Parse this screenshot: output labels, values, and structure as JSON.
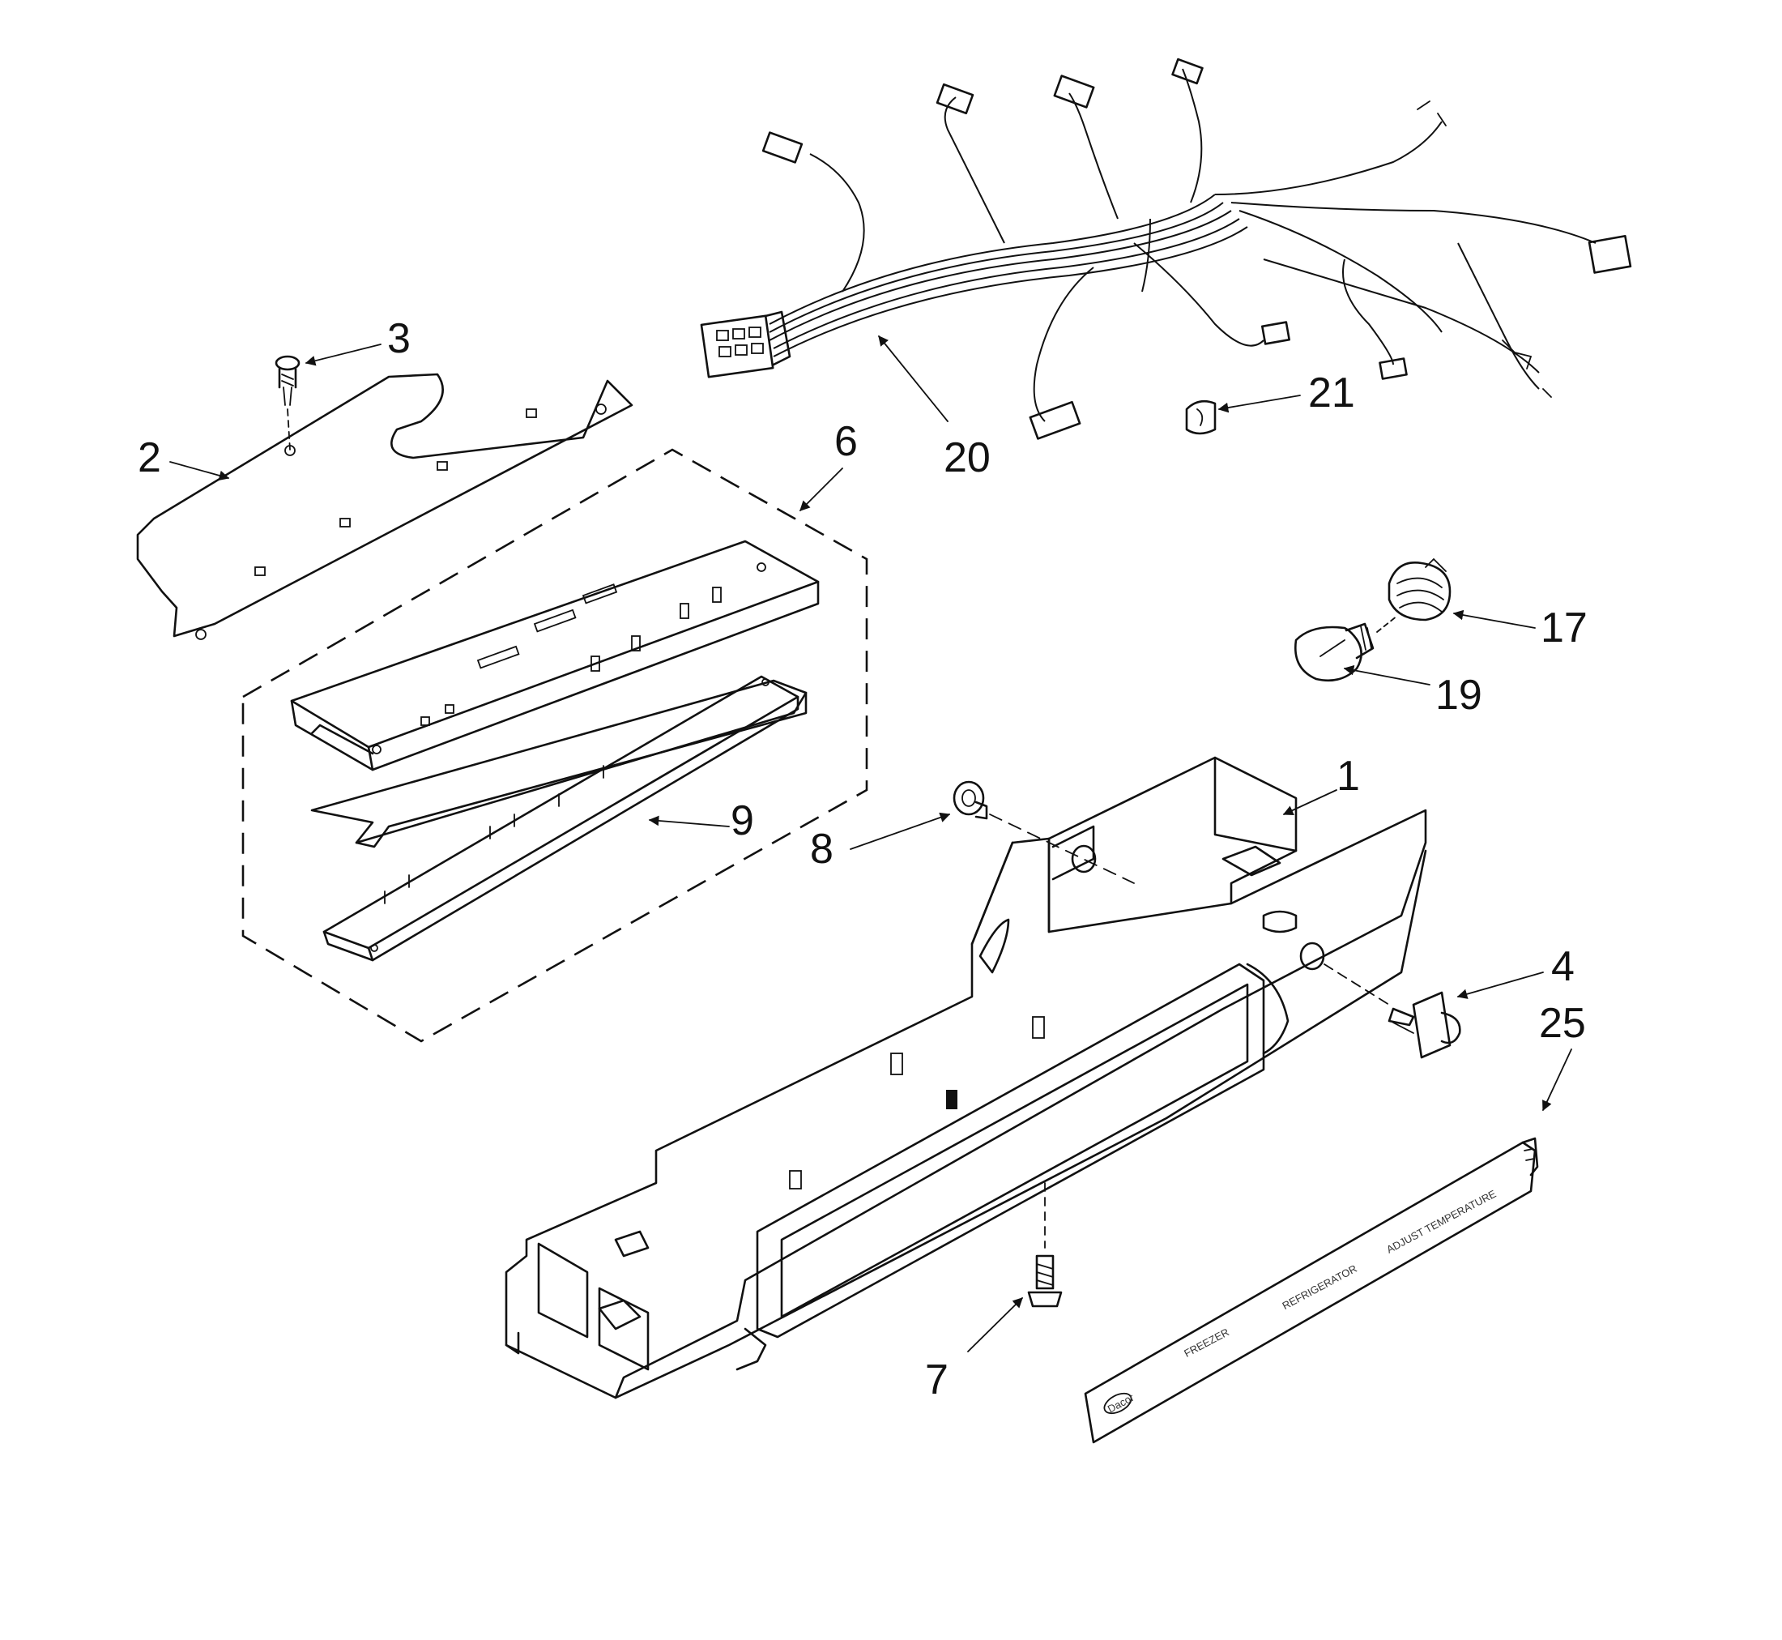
{
  "callouts": {
    "c1": "1",
    "c2": "2",
    "c3": "3",
    "c4": "4",
    "c6": "6",
    "c7": "7",
    "c8": "8",
    "c9": "9",
    "c17": "17",
    "c19": "19",
    "c20": "20",
    "c21": "21",
    "c25": "25"
  },
  "overlay_text": {
    "brand": "Dacor",
    "label_a": "FREEZER",
    "label_b": "REFRIGERATOR",
    "label_c": "ADJUST TEMPERATURE"
  }
}
